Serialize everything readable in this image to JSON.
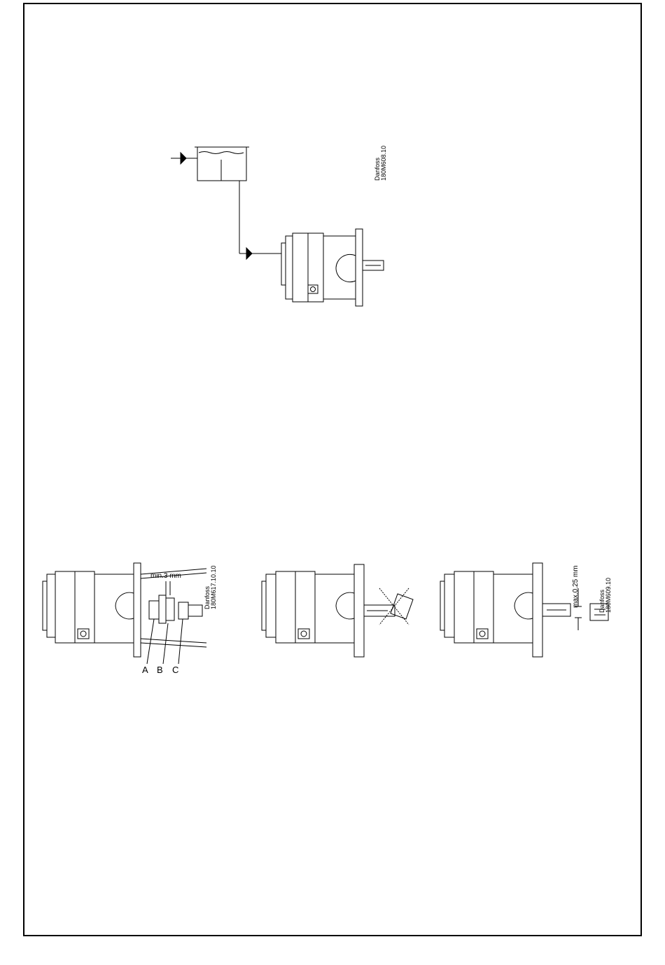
{
  "page": {
    "colors": {
      "ink": "#000000",
      "paper": "#ffffff"
    }
  },
  "figure_top": {
    "code_brand": "Danfoss",
    "code_number": "180M608.10"
  },
  "figure_coupling": {
    "min_gap_label": "min.3 mm",
    "part_a": "A",
    "part_b": "B",
    "part_c": "C",
    "code_brand": "Danfoss",
    "code_number": "180M617.10.10"
  },
  "figure_wrong": {
    "mark": "crossed-out-icon"
  },
  "figure_tolerance": {
    "max_label": "max.0.25 mm",
    "code_brand": "Danfoss",
    "code_number": "180M609.10"
  }
}
